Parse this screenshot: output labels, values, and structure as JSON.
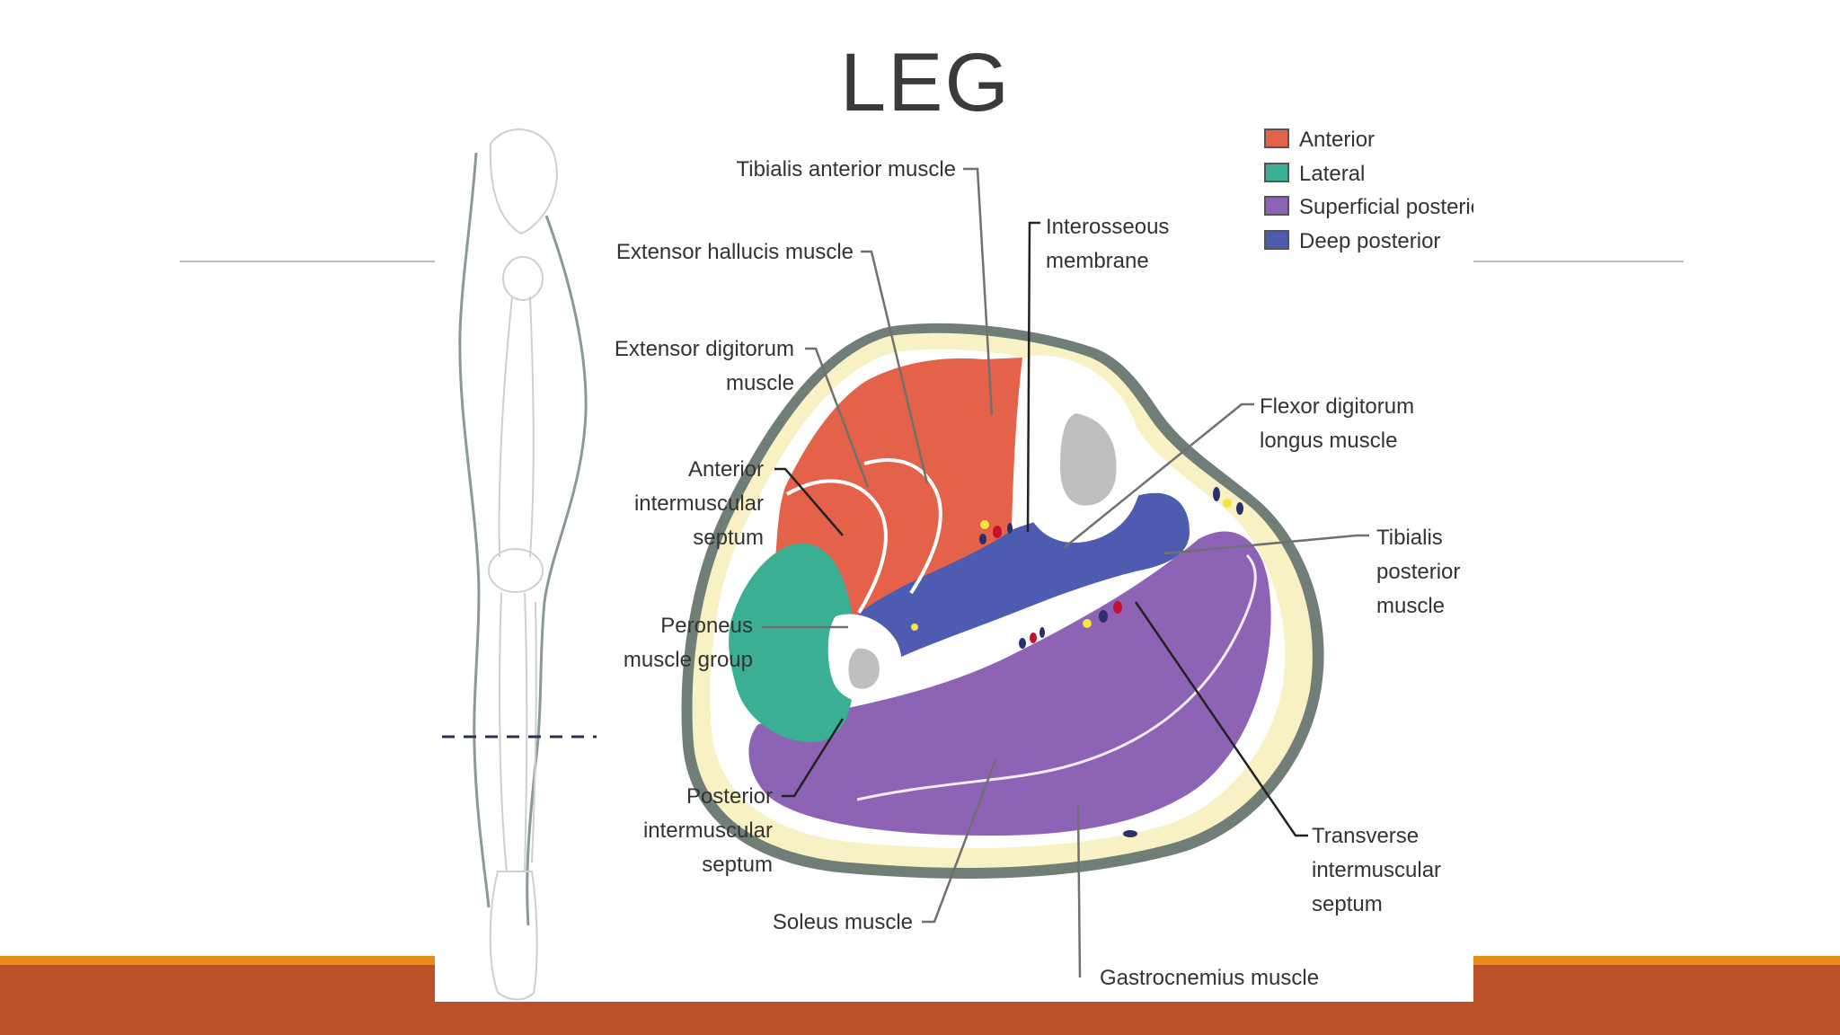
{
  "slide": {
    "title": "LEG"
  },
  "legend": [
    {
      "label": "Anterior",
      "color": "#e4614a"
    },
    {
      "label": "Lateral",
      "color": "#3aaf93"
    },
    {
      "label": "Superficial posterior",
      "color": "#8d63b5"
    },
    {
      "label": "Deep posterior",
      "color": "#4d5cb0"
    }
  ],
  "labels": {
    "tibialis_anterior": "Tibialis anterior muscle",
    "extensor_hallucis": "Extensor hallucis muscle",
    "extensor_digitorum_1": "Extensor digitorum",
    "extensor_digitorum_2": "muscle",
    "anterior_septum_1": "Anterior",
    "anterior_septum_2": "intermuscular",
    "anterior_septum_3": "septum",
    "peroneus_1": "Peroneus",
    "peroneus_2": "muscle group",
    "posterior_septum_1": "Posterior",
    "posterior_septum_2": "intermuscular",
    "posterior_septum_3": "septum",
    "soleus": "Soleus muscle",
    "interosseous_1": "Interosseous",
    "interosseous_2": "membrane",
    "flexor_digitorum_1": "Flexor digitorum",
    "flexor_digitorum_2": "longus muscle",
    "tibialis_posterior_1": "Tibialis",
    "tibialis_posterior_2": "posterior",
    "tibialis_posterior_3": "muscle",
    "transverse_septum_1": "Transverse",
    "transverse_septum_2": "intermuscular",
    "transverse_septum_3": "septum",
    "gastrocnemius": "Gastrocnemius muscle"
  },
  "colors": {
    "band_accent": "#e88a1c",
    "band": "#bc5028",
    "fat": "#f8f1c4",
    "skin": "#6f7f78",
    "bone": "#bfbfbf"
  }
}
